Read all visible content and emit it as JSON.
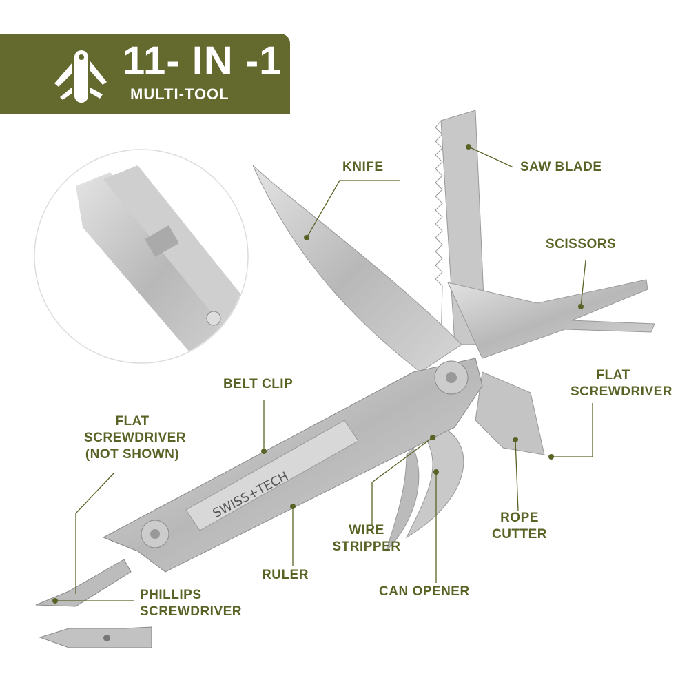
{
  "banner": {
    "title": "11- IN -1",
    "subtitle": "MULTI-TOOL",
    "icon": "multi-tool-icon"
  },
  "brand_on_tool": "SWISS+TECH",
  "labels": {
    "knife": "KNIFE",
    "saw_blade": "SAW BLADE",
    "scissors": "SCISSORS",
    "flat_screwdriver_right": [
      "FLAT",
      "SCREWDRIVER"
    ],
    "belt_clip": "BELT CLIP",
    "flat_screwdriver_not_shown": [
      "FLAT",
      "SCREWDRIVER",
      "(NOT SHOWN)"
    ],
    "wire_stripper": [
      "WIRE",
      "STRIPPER"
    ],
    "rope_cutter": [
      "ROPE",
      "CUTTER"
    ],
    "ruler": "RULER",
    "can_opener": "CAN OPENER",
    "phillips_screwdriver": [
      "PHILLIPS",
      "SCREWDRIVER"
    ]
  },
  "colors": {
    "accent": "#646a2e",
    "label": "#5a6326"
  }
}
